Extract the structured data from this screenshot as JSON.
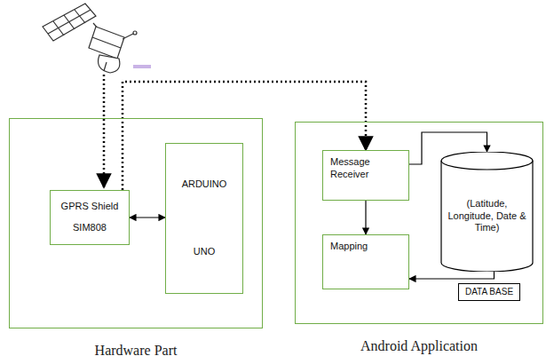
{
  "diagram": {
    "nodes": [
      {
        "text": [
          "Hardware Part"
        ]
      },
      {
        "text": [
          "GPRS Shield",
          "SIM808"
        ],
        "in": 0
      },
      {
        "text": [
          "ARDUINO",
          "UNO"
        ],
        "in": 0
      },
      {
        "text": [
          "Android Application"
        ]
      },
      {
        "text": [
          "Message Receiver"
        ],
        "in": 3
      },
      {
        "text": [
          "Mapping"
        ],
        "in": 3
      },
      {
        "text": [
          "(Latitude, Longitude, Date & Time)"
        ],
        "in": 3
      },
      {
        "text": [
          "DATA BASE"
        ],
        "in": 3
      }
    ],
    "edges": [
      {
        "from": 1,
        "to": 2,
        "arrow": "both"
      },
      {
        "from": 1,
        "to": 4,
        "arrow": "to"
      },
      {
        "from": 4,
        "to": 5,
        "arrow": "to"
      },
      {
        "from": 4,
        "to": 6,
        "arrow": "to"
      },
      {
        "from": 6,
        "to": 5,
        "arrow": "to"
      }
    ]
  }
}
